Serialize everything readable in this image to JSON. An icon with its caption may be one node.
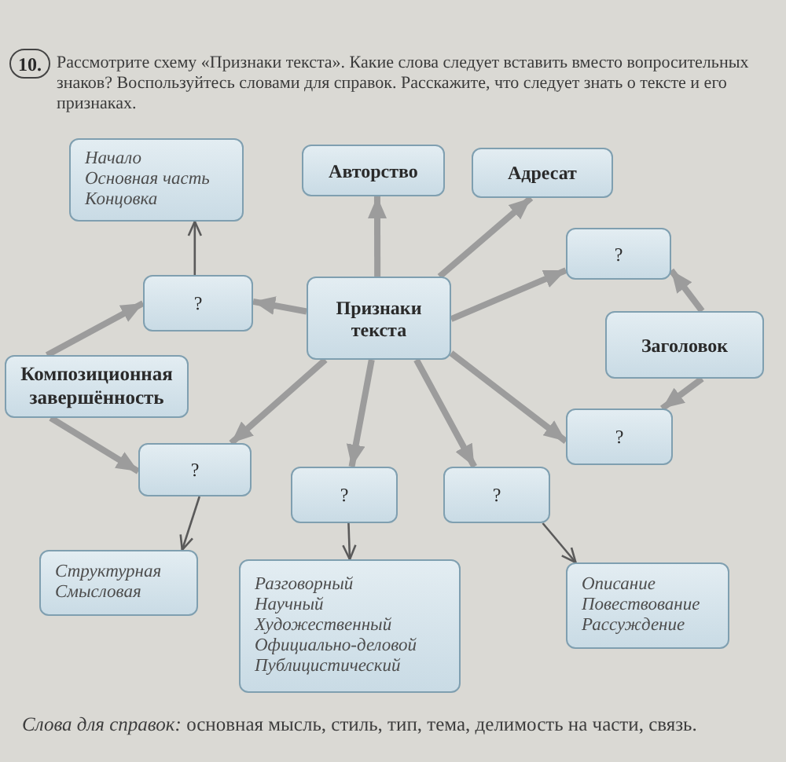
{
  "diagram": {
    "title": "Рассмотрите схему «Признаки текста». Какие слова следует вставить вместо вопросительных знаков? Воспользуйтесь словами для справок. Расскажите, что следует знать о тексте и его признаках.",
    "caption": "*Слова для справок:* основная мысль, стиль, тип, тема, делимость на части, связь.",
    "nodes": [
      {
        "text": [
          "Начало",
          "Основная часть",
          "Концовка"
        ]
      },
      {
        "text": [
          "Авторство"
        ]
      },
      {
        "text": [
          "Адресат"
        ]
      },
      {
        "text": [
          "?"
        ]
      },
      {
        "text": [
          "?"
        ]
      },
      {
        "text": [
          "Признаки текста"
        ]
      },
      {
        "text": [
          "Заголовок"
        ]
      },
      {
        "text": [
          "Композиционная завершённость"
        ]
      },
      {
        "text": [
          "?"
        ]
      },
      {
        "text": [
          "?"
        ]
      },
      {
        "text": [
          "?"
        ]
      },
      {
        "text": [
          "?"
        ]
      },
      {
        "text": [
          "Структурная",
          "Смысловая"
        ]
      },
      {
        "text": [
          "Разговорный",
          "Научный",
          "Художественный",
          "Официально-деловой",
          "Публицистический"
        ]
      },
      {
        "text": [
          "Описание",
          "Повествование",
          "Рассуждение"
        ]
      }
    ],
    "edges": [
      {
        "from": 5,
        "to": 1,
        "arrow": "to"
      },
      {
        "from": 5,
        "to": 2,
        "arrow": "to"
      },
      {
        "from": 5,
        "to": 3,
        "arrow": "to"
      },
      {
        "from": 5,
        "to": 4,
        "arrow": "to"
      },
      {
        "from": 5,
        "to": 9,
        "arrow": "to"
      },
      {
        "from": 5,
        "to": 10,
        "arrow": "to"
      },
      {
        "from": 5,
        "to": 11,
        "arrow": "to"
      },
      {
        "from": 5,
        "to": 8,
        "arrow": "to"
      },
      {
        "from": 6,
        "to": 3,
        "arrow": "to"
      },
      {
        "from": 6,
        "to": 8,
        "arrow": "to"
      },
      {
        "from": 7,
        "to": 4,
        "arrow": "to"
      },
      {
        "from": 7,
        "to": 9,
        "arrow": "to"
      },
      {
        "from": 4,
        "to": 0,
        "arrow": "to",
        "color": "#5a5a5a"
      },
      {
        "from": 9,
        "to": 12,
        "arrow": "to",
        "color": "#5a5a5a"
      },
      {
        "from": 10,
        "to": 13,
        "arrow": "to",
        "color": "#5a5a5a"
      },
      {
        "from": 11,
        "to": 14,
        "arrow": "to",
        "color": "#5a5a5a"
      }
    ],
    "labels": [
      "10."
    ]
  }
}
